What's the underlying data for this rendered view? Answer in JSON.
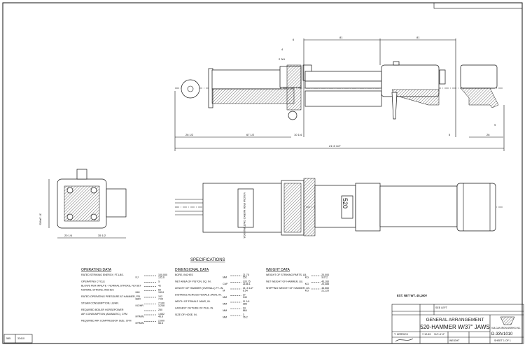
{
  "drawing": {
    "specifications_title": "SPECIFICATIONS",
    "operating": {
      "heading": "OPERATING DATA",
      "rows": [
        {
          "label": "RATED STRIKING ENERGY, FT-LBS.",
          "value": "100,000",
          "unit2": "KJ",
          "value2": "135.6"
        },
        {
          "label": "OPERATING CYCLE",
          "value": "S",
          "unit2": "",
          "value2": ""
        },
        {
          "label": "BLOWS PER MINUTE - NORMAL STROKE, NO SET",
          "value": "42",
          "unit2": "",
          "value2": ""
        },
        {
          "label": "NORMAL STROKE, INCHES",
          "value": "60",
          "unit2": "MM",
          "value2": "1524"
        },
        {
          "label": "RATED OPERATING PRESSURE AT HAMMER, PSI",
          "value": "102",
          "unit2": "BAR",
          "value2": "7.04"
        },
        {
          "label": "STEAM CONSUMPTION, LB/HR.",
          "value": "7,100",
          "unit2": "KG/HR",
          "value2": "3,248"
        },
        {
          "label": "REQUIRED BOILER HORSEPOWER",
          "value": "250",
          "unit2": "",
          "value2": ""
        },
        {
          "label": "AIR CONSUMPTION (ADIABATIC), CFM",
          "value": "1,652",
          "unit2": "M³/MIN.",
          "value2": "46.8"
        },
        {
          "label": "REQUIRED AIR COMPRESSOR SIZE, CFM",
          "value": "2,000",
          "unit2": "M³/MIN.",
          "value2": "56.6"
        }
      ]
    },
    "dimensional": {
      "heading": "DIMENSIONAL DATA",
      "rows": [
        {
          "label": "BORE, INCHES",
          "value": "21.75",
          "unit2": "MM",
          "value2": "552"
        },
        {
          "label": "NET AREA OF PISTON, SQ. IN.",
          "value": "335.75",
          "unit2": "CM²",
          "value2": "2166.1"
        },
        {
          "label": "LENGTH OF HAMMER (OVERALL) FT.-IN.",
          "value": "21'-5 1/2\"",
          "unit2": "M",
          "value2": "6.54"
        },
        {
          "label": "DISTANCE ACROSS FEMALE JAWS, IN.",
          "value": "37",
          "unit2": "MM",
          "value2": "940"
        },
        {
          "label": "WIDTH OF FEMALE JAWS, IN.",
          "value": "11 1/4",
          "unit2": "MM",
          "value2": "286"
        },
        {
          "label": "LARGEST OUTSIDE OF PILE, IN.",
          "value": "34",
          "unit2": "MM",
          "value2": "864"
        },
        {
          "label": "SIZE OF HOSE, IN.",
          "value": "3",
          "unit2": "MM",
          "value2": "76.2"
        }
      ]
    },
    "weight": {
      "heading": "WEIGHT DATA",
      "rows": [
        {
          "label": "WEIGHT OF STRIKING PARTS, LB.",
          "value": "20,000",
          "unit2": "KG",
          "value2": "9,072"
        },
        {
          "label": "NET WEIGHT OF HAMMER, LB.",
          "value": "45,160",
          "unit2": "KG",
          "value2": "20,485"
        },
        {
          "label": "SHIPPING WEIGHT OF HAMMER, LB.",
          "value": "46,560",
          "unit2": "KG",
          "value2": "21,120"
        }
      ]
    },
    "est_net_weight": "EST. NET WT. 45,160#",
    "dimensions": {
      "top_81a": "81",
      "top_81b": "81",
      "top_6": "6",
      "top_4": "4",
      "top_2": "2 3/4",
      "overall": "21'-5 1/2\"",
      "left_26": "26 1/2",
      "mid_67": "67 1/2",
      "mid_10": "10 1/4",
      "right_5": "5",
      "right_26": "26",
      "right_9": "9",
      "end_37": "37 JAWS",
      "end_20": "20 1/4",
      "end_35": "35 1/2"
    },
    "side_label": "520",
    "side_nameplate": "VULCAN IRON WORKS CHATTANOOGA"
  },
  "title_block": {
    "see_left": "SEE LEFT",
    "title_line1": "GENERAL ARRANGEMENT",
    "title_line2": "520-HAMMER W/37\" JAWS",
    "drawn_by": "T. HERRICK",
    "date": "7-12-83",
    "scale": "3/4\"=1'-0\"",
    "drawing_number": "D-33V1010",
    "sheet": "SHEET 1 OF 1",
    "company": "VULCAN IRON WORKS INC.",
    "weight_label": "WEIGHT"
  },
  "corner_stamp": {
    "left": "585",
    "right": "33410"
  }
}
